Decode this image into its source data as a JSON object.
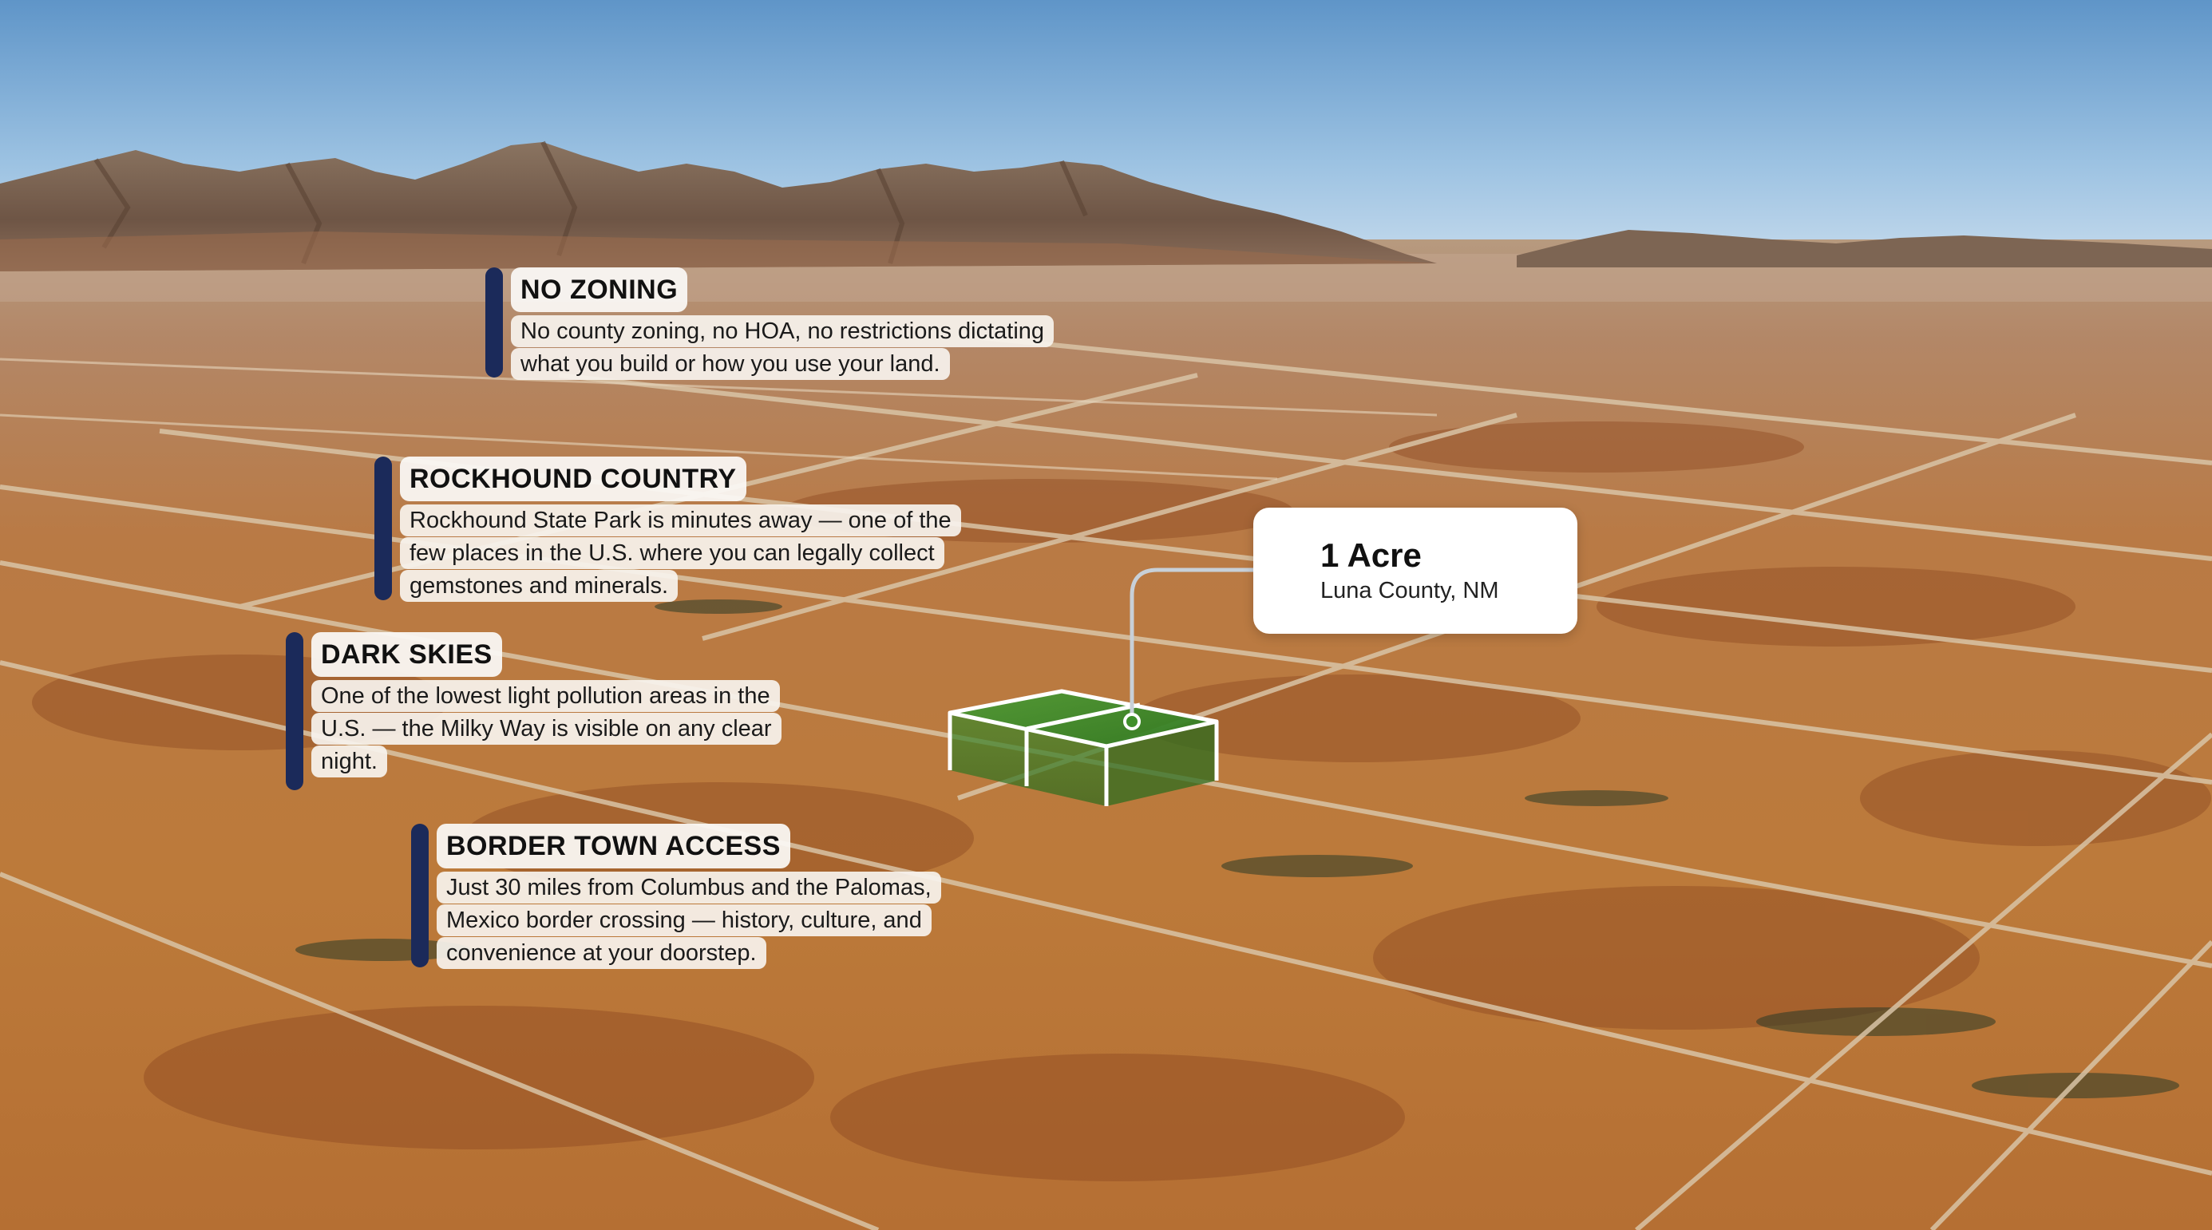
{
  "features": [
    {
      "id": "no-zoning",
      "title": "NO ZONING",
      "lines": [
        "No county zoning, no HOA, no restrictions dictating",
        "what you build or how you use your land."
      ]
    },
    {
      "id": "rockhound-country",
      "title": "ROCKHOUND COUNTRY",
      "lines": [
        "Rockhound State Park is minutes away — one of the",
        "few places in the U.S. where you can legally collect",
        "gemstones and minerals."
      ]
    },
    {
      "id": "dark-skies",
      "title": "DARK SKIES",
      "lines": [
        "One of the lowest light pollution areas in the",
        "U.S. — the Milky Way is visible on any clear",
        "night."
      ]
    },
    {
      "id": "border-town-access",
      "title": "BORDER TOWN ACCESS",
      "lines": [
        "Just 30 miles from Columbus and the Palomas,",
        "Mexico border crossing — history, culture, and",
        "convenience at your doorstep."
      ]
    }
  ],
  "parcel": {
    "size": "1 Acre",
    "location": "Luna County, NM",
    "highlight_color": "#3f8f2a"
  },
  "colors": {
    "accent_bar": "#1b2a5a",
    "sky_top": "#6a9ccc",
    "desert": "#b5743a"
  }
}
